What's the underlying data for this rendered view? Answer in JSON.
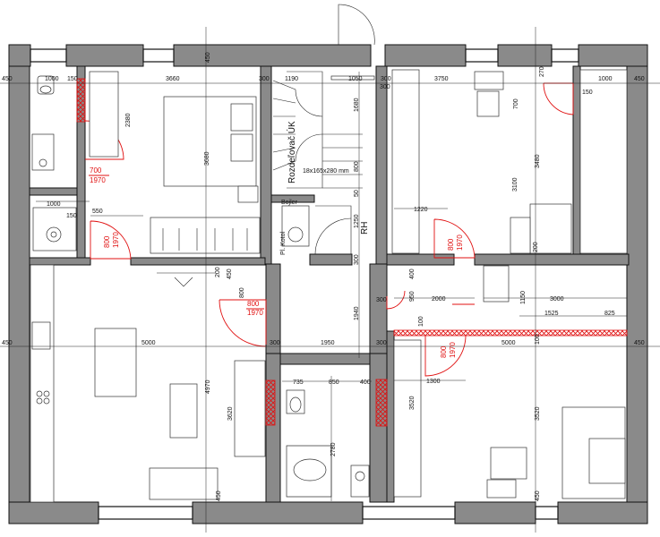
{
  "dims": {
    "ext_left_top": "450",
    "ext_left_bottom": "450",
    "ext_right_top": "450",
    "ext_right_bottom": "450",
    "top_center": "450",
    "wc_w": "1000",
    "wc_gap": "150",
    "bed_w": "3660",
    "mid_wall": "300",
    "stair_w": "1190",
    "stair_w2": "1050",
    "right_wall": "300",
    "room2_w": "3750",
    "room2_gap": "270",
    "room2_gap2": "150",
    "closet_w": "1000",
    "bed_h": "2380",
    "bed_h2": "3680",
    "door_w": "700",
    "door_h": "1970",
    "wc_w2": "1000",
    "wc_gap2": "150",
    "bed_x": "550",
    "door2_w": "800",
    "door2_h": "1970",
    "stair_h1": "1680",
    "stair_h2": "800",
    "stair_h3": "50",
    "stair_h4": "1250",
    "stair_h5": "300",
    "room2_h": "3480",
    "room2_h2": "3100",
    "room2_h3": "700",
    "room2_x": "1220",
    "room2_y": "200",
    "door3_w": "800",
    "door3_h": "1970",
    "kitchen_200": "200",
    "kitchen_450": "450",
    "kitchen_800": "800",
    "kitchen_door_w": "800",
    "kitchen_door_h": "1970",
    "kitchen_w": "5000",
    "kitchen_h": "4970",
    "kitchen_h2": "3620",
    "kitchen_450b": "450",
    "hall_h": "1940",
    "hall_w": "1950",
    "hall_300a": "300",
    "hall_300b": "300",
    "hall_300c": "300",
    "hall_300d": "300",
    "r3_400": "400",
    "r3_950": "950",
    "r3_2000": "2000",
    "r3_100": "100",
    "r3_1150": "1150",
    "r3_3000": "3000",
    "r3_1525": "1525",
    "r3_825": "825",
    "r3_100b": "100",
    "r3_w": "5000",
    "r3_door_w": "800",
    "r3_door_h": "1970",
    "r3_h": "3520",
    "r3_h2": "3520",
    "r3_1300": "1300",
    "r3_450": "450",
    "bath_735": "735",
    "bath_850": "850",
    "bath_400": "400",
    "bath_h": "2780"
  },
  "labels": {
    "stair_label": "Rozdeľovač ÚK",
    "stair_steps": "18x165x280 mm",
    "boiler": "Bojler",
    "dryer": "Pl. Kotol",
    "rh": "RH"
  },
  "colors": {
    "wall": "#8a8a8a",
    "new_element": "#e01010"
  }
}
